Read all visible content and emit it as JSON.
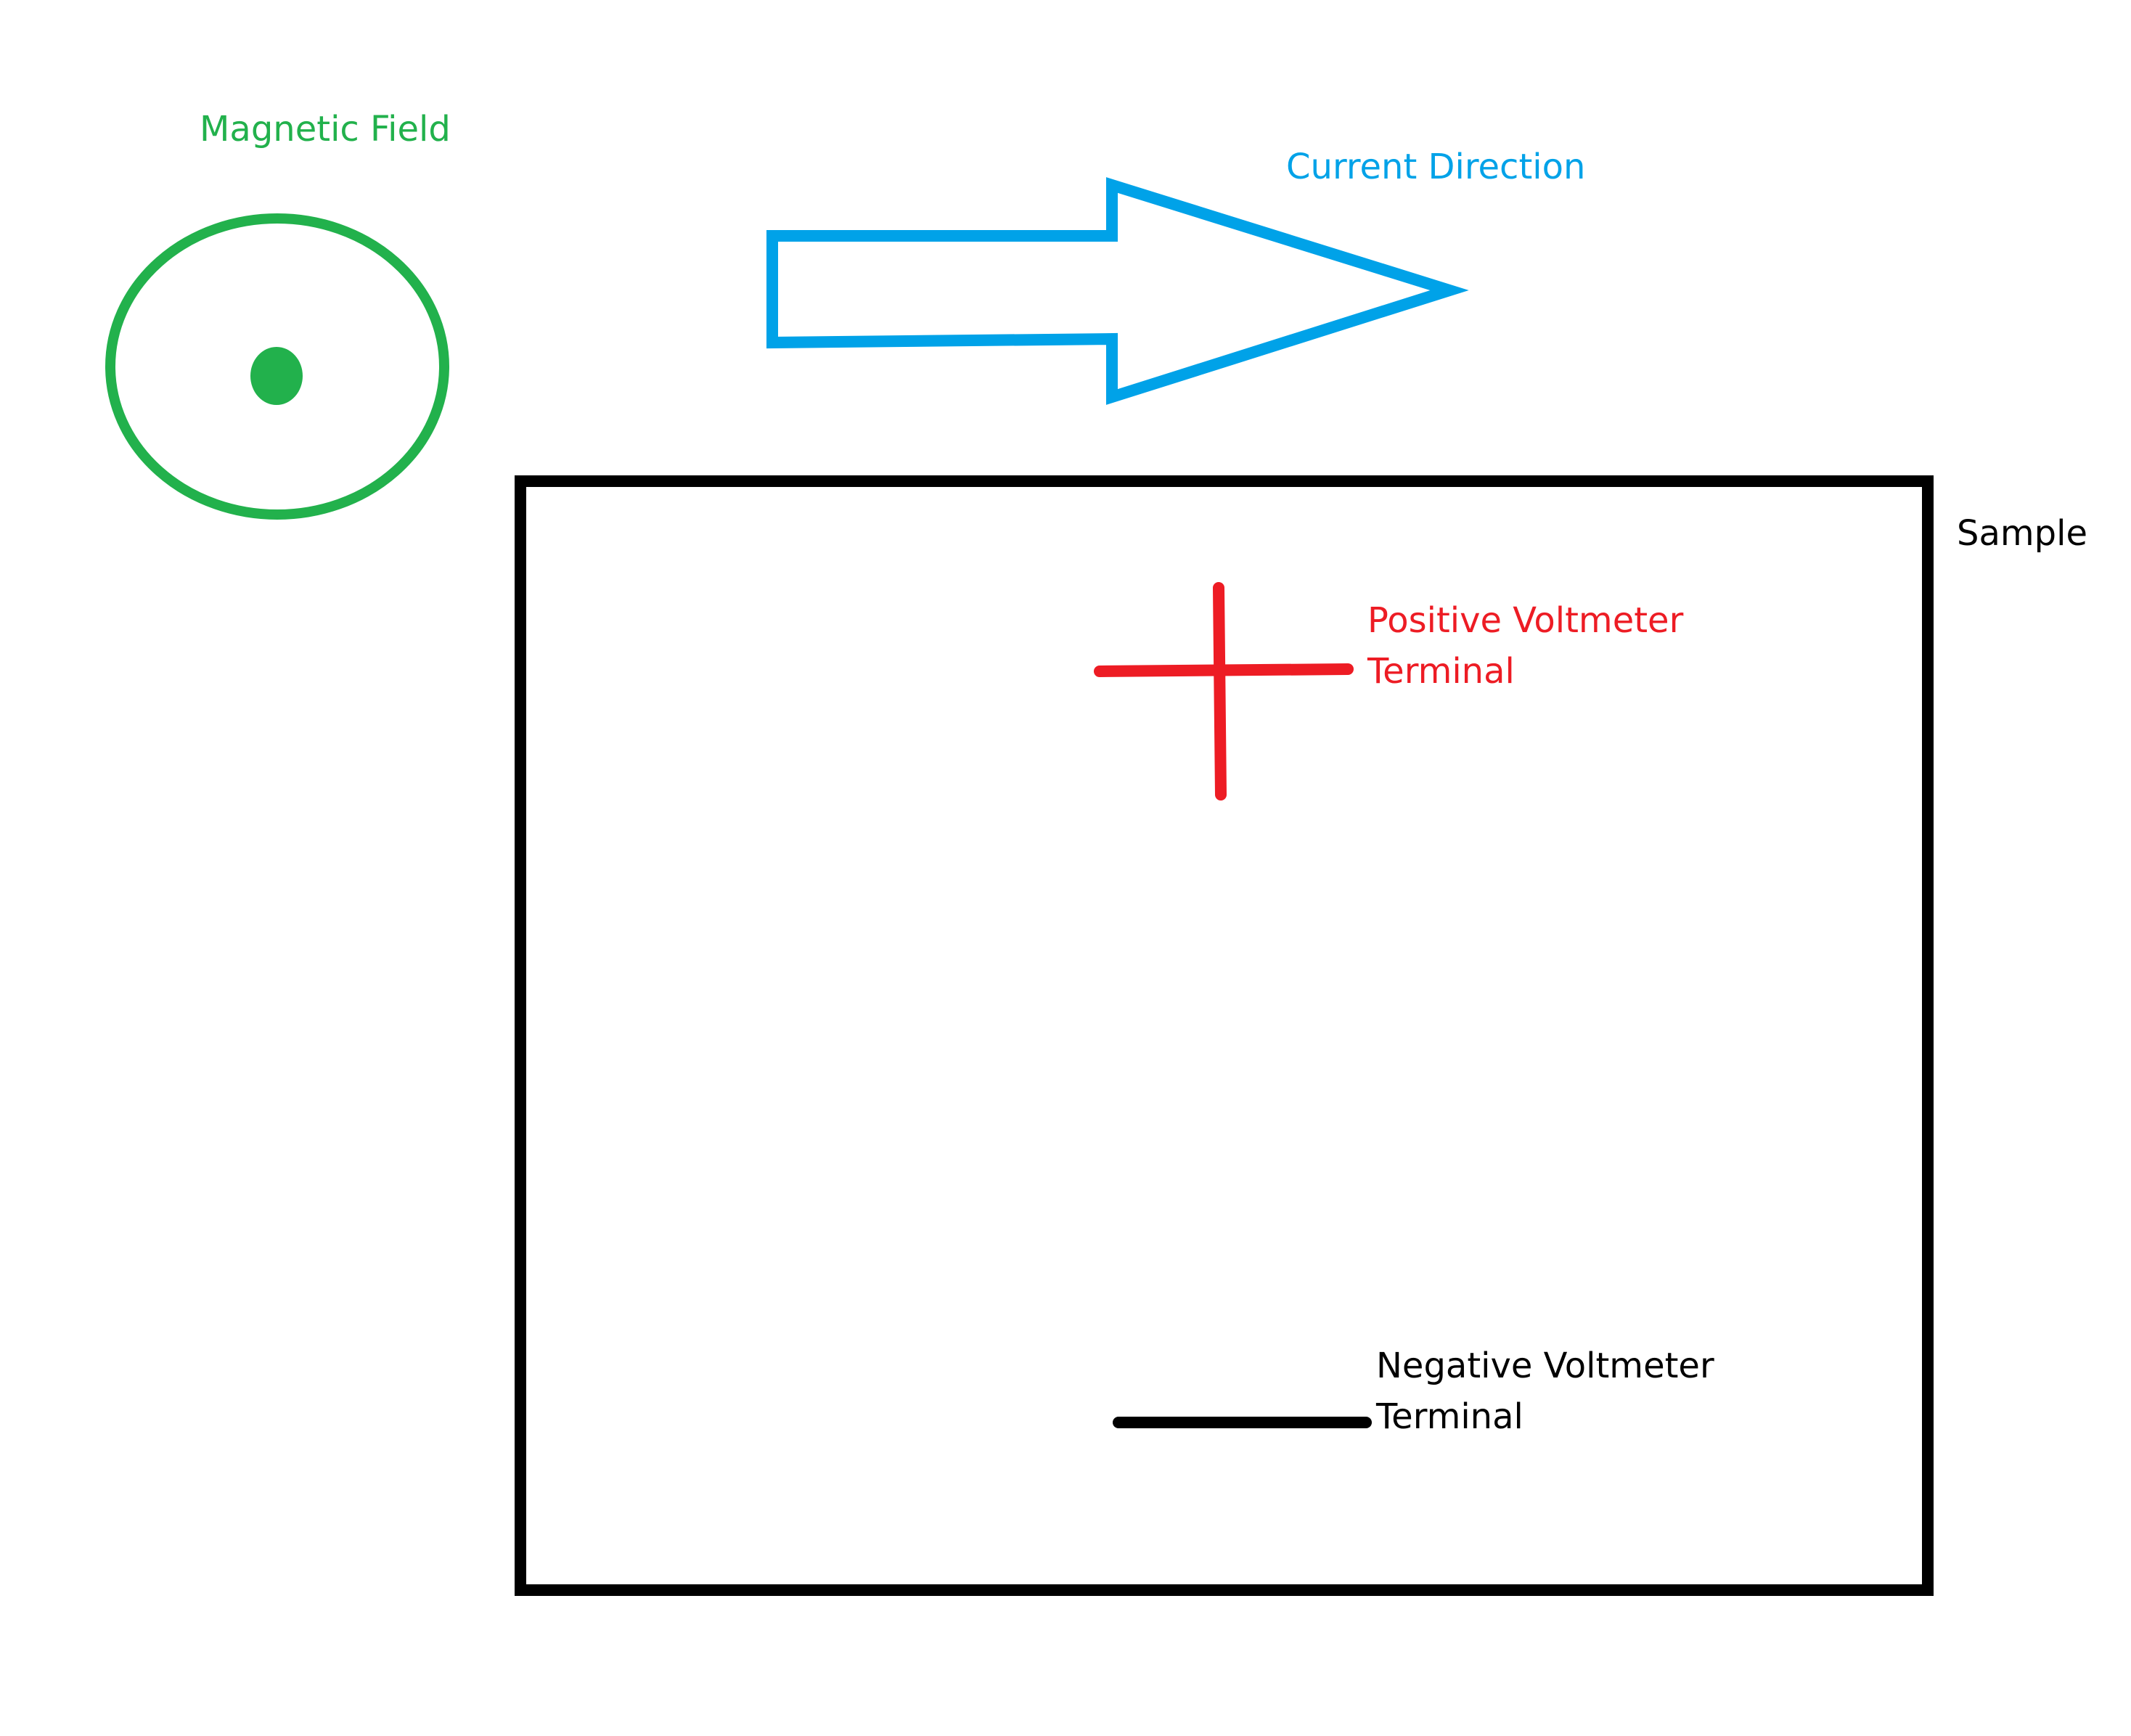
{
  "colors": {
    "field": "#22b14c",
    "current": "#00a2e8",
    "sample": "#000000",
    "positive": "#ed1c24",
    "negative": "#000000",
    "background": "#ffffff"
  },
  "labels": {
    "magnetic_field": "Magnetic Field",
    "current_direction": "Current Direction",
    "sample": "Sample",
    "positive_line1": "Positive Voltmeter",
    "positive_line2": "Terminal",
    "negative_line1": "Negative Voltmeter",
    "negative_line2": "Terminal"
  },
  "symbols": {
    "magnetic_field": "dot-in-circle-icon",
    "current_direction": "arrow-right-icon",
    "positive_terminal": "plus-icon",
    "negative_terminal": "minus-icon"
  }
}
